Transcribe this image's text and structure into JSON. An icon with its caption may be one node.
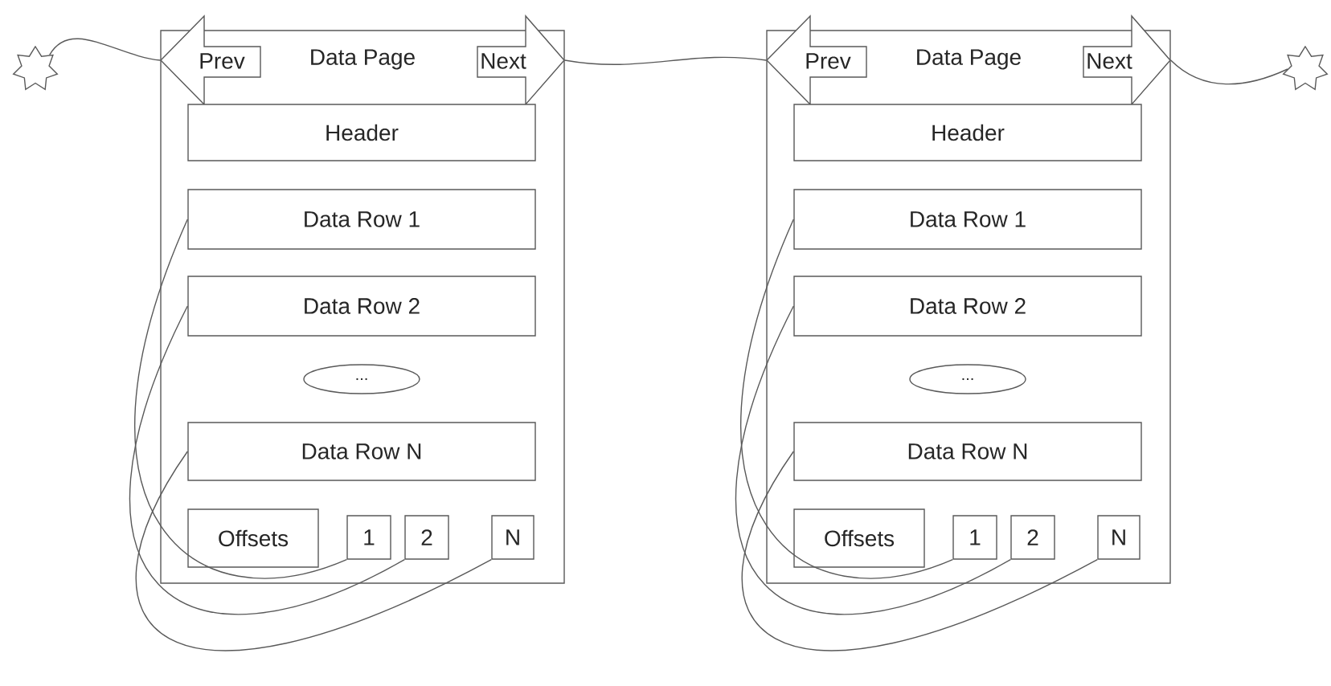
{
  "diagram": {
    "nodes": [
      {
        "text": [],
        "shape": "star"
      },
      {
        "text": [
          "Data Page"
        ]
      },
      {
        "text": [
          "Prev"
        ],
        "in": 1
      },
      {
        "text": [
          "Next"
        ],
        "in": 1
      },
      {
        "text": [
          "Header"
        ],
        "in": 1
      },
      {
        "text": [
          "Data Row 1"
        ],
        "in": 1
      },
      {
        "text": [
          "Data Row 2"
        ],
        "in": 1
      },
      {
        "text": [
          "..."
        ],
        "in": 1
      },
      {
        "text": [
          "Data Row N"
        ],
        "in": 1
      },
      {
        "text": [
          "Offsets"
        ],
        "in": 1
      },
      {
        "text": [
          "1"
        ],
        "in": 1
      },
      {
        "text": [
          "2"
        ],
        "in": 1
      },
      {
        "text": [
          "N"
        ],
        "in": 1
      },
      {
        "text": [
          "Data Page"
        ]
      },
      {
        "text": [
          "Prev"
        ],
        "in": 13
      },
      {
        "text": [
          "Next"
        ],
        "in": 13
      },
      {
        "text": [
          "Header"
        ],
        "in": 13
      },
      {
        "text": [
          "Data Row 1"
        ],
        "in": 13
      },
      {
        "text": [
          "Data Row 2"
        ],
        "in": 13
      },
      {
        "text": [
          "..."
        ],
        "in": 13
      },
      {
        "text": [
          "Data Row N"
        ],
        "in": 13
      },
      {
        "text": [
          "Offsets"
        ],
        "in": 13
      },
      {
        "text": [
          "1"
        ],
        "in": 13
      },
      {
        "text": [
          "2"
        ],
        "in": 13
      },
      {
        "text": [
          "N"
        ],
        "in": 13
      },
      {
        "text": [],
        "shape": "star"
      }
    ],
    "edges": [
      {
        "from": 0,
        "to": 2,
        "arrow": "none"
      },
      {
        "from": 3,
        "to": 14,
        "arrow": "none"
      },
      {
        "from": 15,
        "to": 25,
        "arrow": "none"
      },
      {
        "from": 10,
        "to": 5,
        "arrow": "none"
      },
      {
        "from": 11,
        "to": 6,
        "arrow": "none"
      },
      {
        "from": 12,
        "to": 8,
        "arrow": "none"
      },
      {
        "from": 22,
        "to": 17,
        "arrow": "none"
      },
      {
        "from": 23,
        "to": 18,
        "arrow": "none"
      },
      {
        "from": 24,
        "to": 20,
        "arrow": "none"
      }
    ]
  }
}
